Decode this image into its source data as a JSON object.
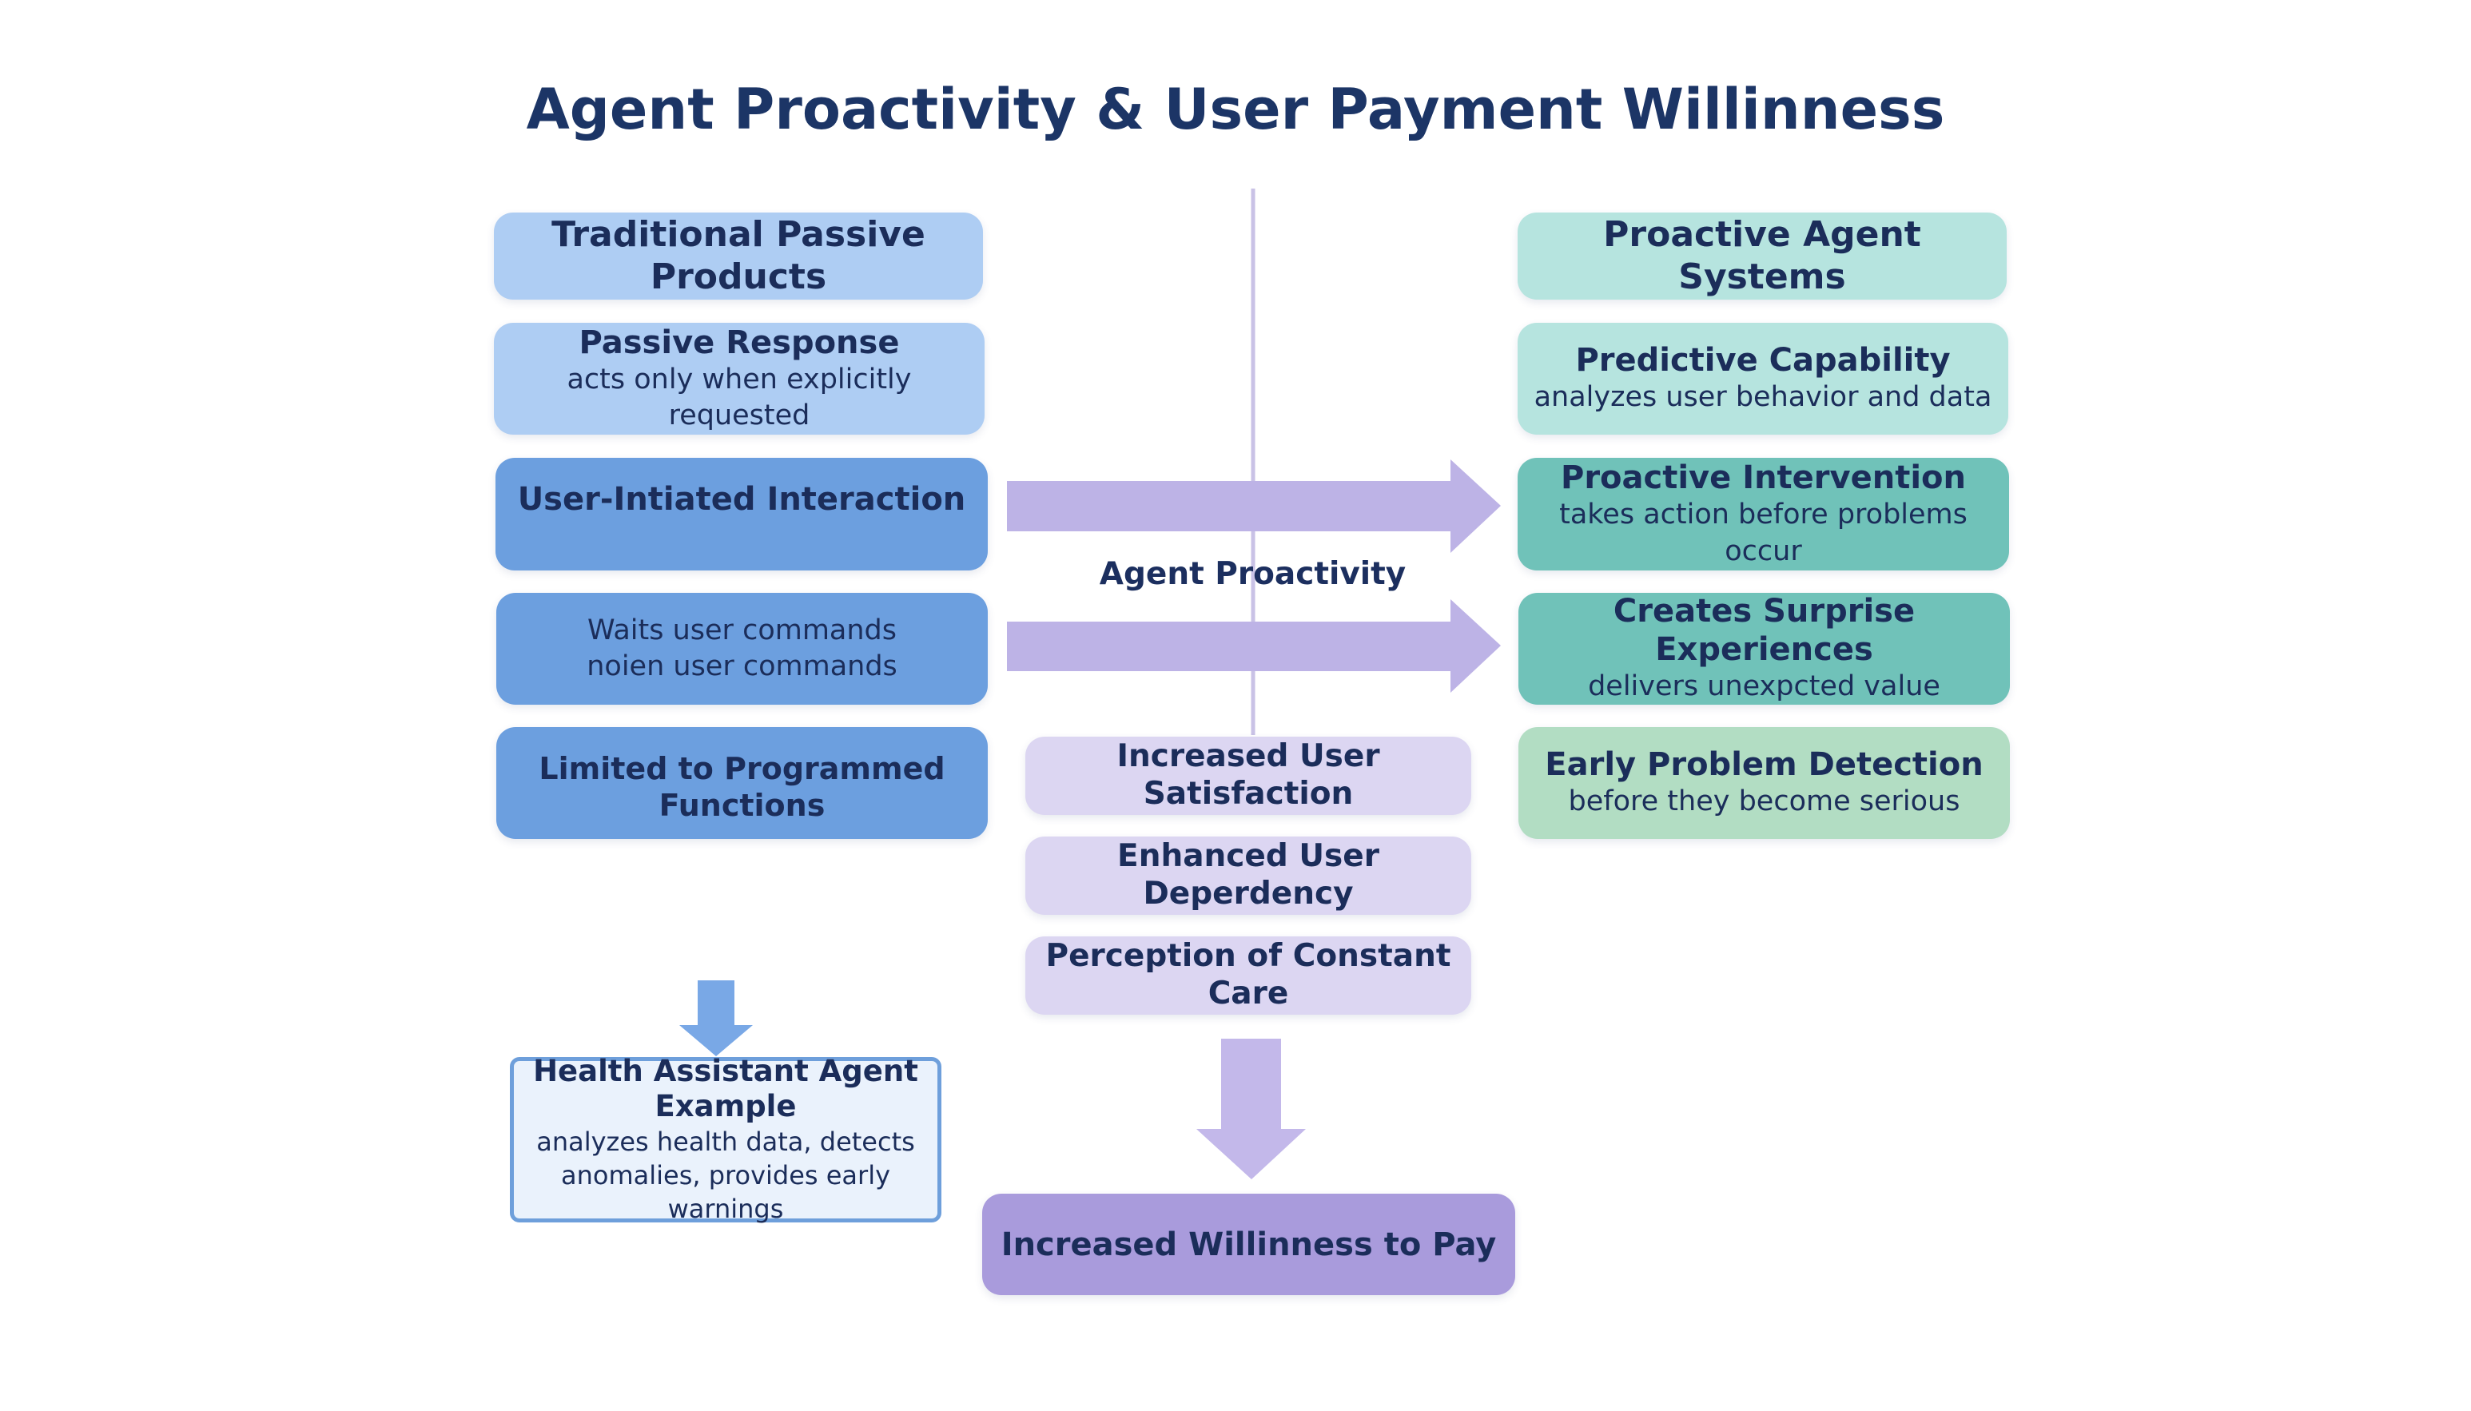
{
  "title": "Agent Proactivity & User Payment Willinness",
  "left": {
    "header": "Traditional Passive Products",
    "passive": {
      "title": "Passive Response",
      "subtitle": "acts only when explicitly requested"
    },
    "user_initiated": "User-Intiated Interaction",
    "waits": {
      "line1": "Waits user commands",
      "line2": "noien user commands"
    },
    "limited": "Limited to Programmed Functions"
  },
  "right": {
    "header": "Proactive Agent Systems",
    "predictive": {
      "title": "Predictive Capability",
      "subtitle": "analyzes user behavior and data"
    },
    "intervention": {
      "title": "Proactive Intervention",
      "subtitle": "takes action before problems occur"
    },
    "surprise": {
      "title": "Creates Surprise Experiences",
      "subtitle": "delivers unexpcted value"
    },
    "early": {
      "title": "Early Problem Detection",
      "subtitle": "before they become serious"
    }
  },
  "center": {
    "label": "Agent Proactivity",
    "effects": [
      "Increased User Satisfaction",
      "Enhanced User Deperdency",
      "Perception of Constant Care"
    ],
    "result": "Increased Willinness to Pay"
  },
  "example": {
    "title_line1": "Health Assistant Agent",
    "title_line2": "Example",
    "desc_line1": "analyzes health data, detects",
    "desc_line2": "anomalies, provides early warnings"
  },
  "colors": {
    "title": "#1c3566",
    "passive_light": "#aecdf3",
    "passive_mid": "#6c9fdf",
    "proactive_light": "#b6e4df",
    "proactive_mid": "#70c2b9",
    "proactive_green": "#b2ddc3",
    "effect": "#dcd6f2",
    "result": "#a99bdc",
    "arrow": "#bdb3e6",
    "down_arrow_blue": "#79a8e6"
  }
}
